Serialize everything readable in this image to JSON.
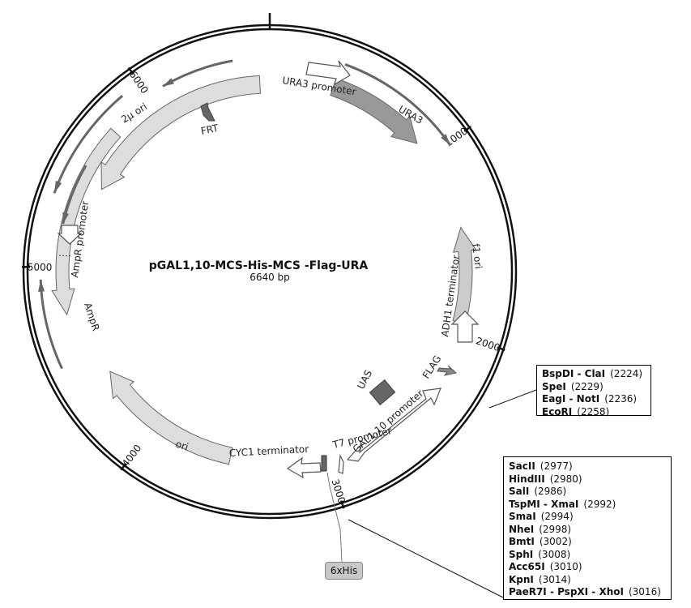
{
  "plasmid": {
    "name": "pGAL1,10-MCS-His-MCS -Flag-URA",
    "length_label": "6640 bp",
    "length_bp": 6640,
    "ticks": [
      "1000",
      "2000",
      "3000",
      "4000",
      "5000",
      "6000"
    ]
  },
  "features": {
    "ura3_promoter": "URA3 promoter",
    "ura3": "URA3",
    "f1_ori": "f1 ori",
    "adh1_terminator": "ADH1 terminator",
    "flag": "FLAG",
    "uas": "UAS",
    "gal_promoter": "GAL1,10 promoter",
    "t7_promoter": "T7 promoter",
    "cyc1_terminator": "CYC1 terminator",
    "ori": "ori",
    "ampr": "AmpR",
    "ampr_promoter": "AmpR promoter",
    "two_micron_ori": "2μ ori",
    "frt": "FRT",
    "his_tag": "6xHis"
  },
  "sites_group1": [
    {
      "name": "BspDI - ClaI",
      "pos": "(2224)"
    },
    {
      "name": "SpeI",
      "pos": "(2229)"
    },
    {
      "name": "EagI - NotI",
      "pos": "(2236)"
    },
    {
      "name": "EcoRI",
      "pos": "(2258)"
    }
  ],
  "sites_group2": [
    {
      "name": "SacII",
      "pos": "(2977)"
    },
    {
      "name": "HindIII",
      "pos": "(2980)"
    },
    {
      "name": "SalI",
      "pos": "(2986)"
    },
    {
      "name": "TspMI - XmaI",
      "pos": "(2992)"
    },
    {
      "name": "SmaI",
      "pos": "(2994)"
    },
    {
      "name": "NheI",
      "pos": "(2998)"
    },
    {
      "name": "BmtI",
      "pos": "(3002)"
    },
    {
      "name": "SphI",
      "pos": "(3008)"
    },
    {
      "name": "Acc65I",
      "pos": "(3010)"
    },
    {
      "name": "KpnI",
      "pos": "(3014)"
    },
    {
      "name": "PaeR7I - PspXI - XhoI",
      "pos": "(3016)"
    }
  ]
}
